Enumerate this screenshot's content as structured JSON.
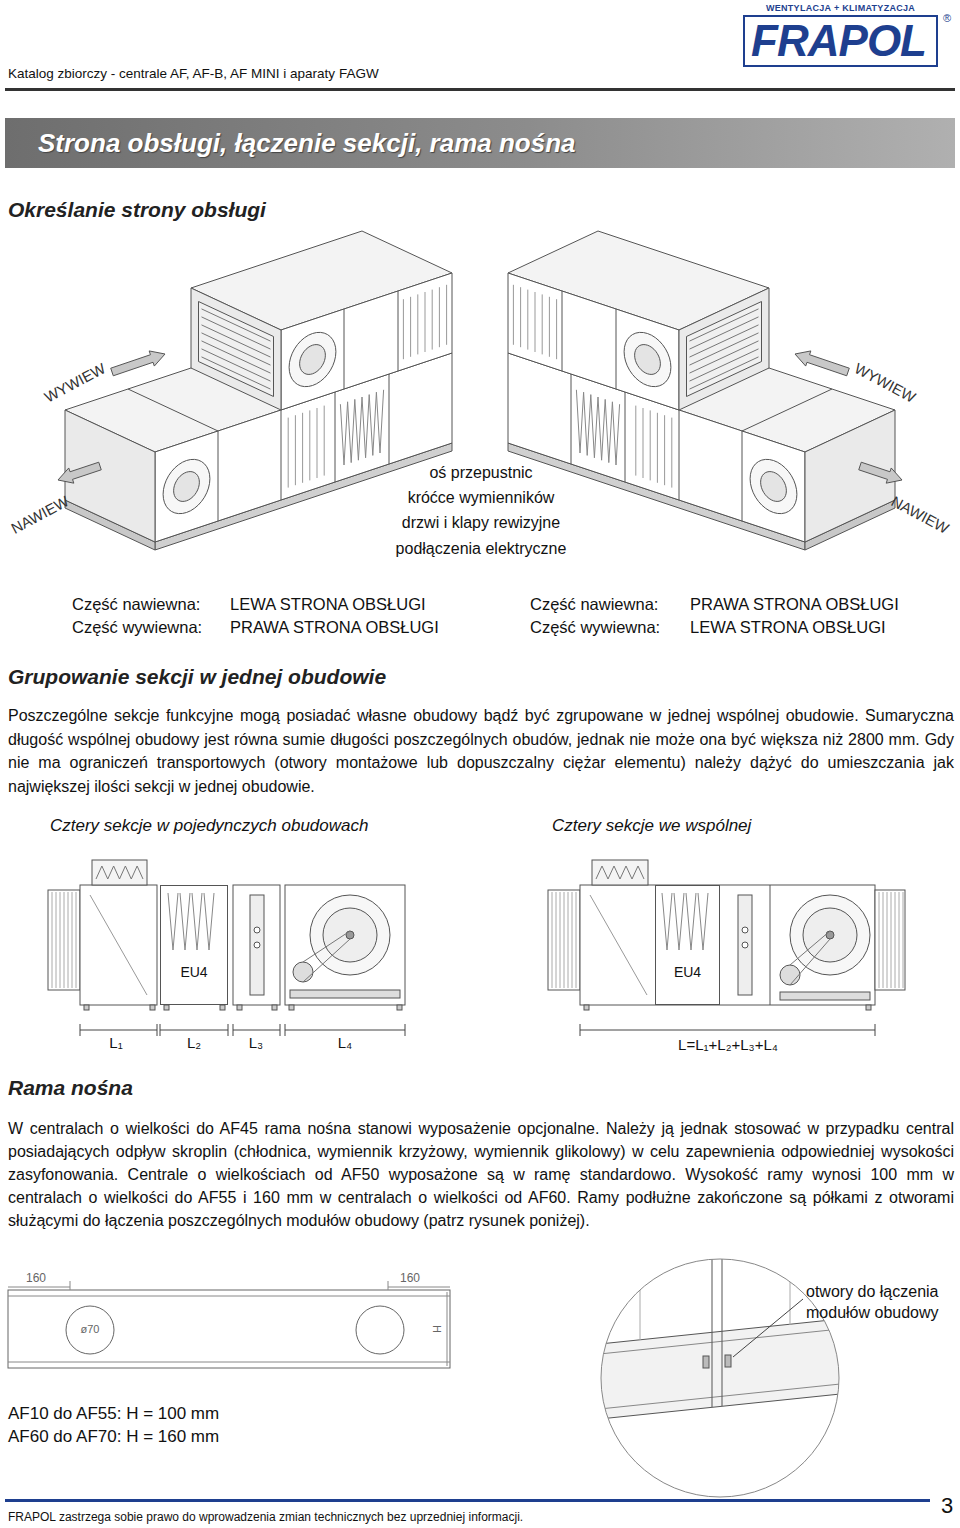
{
  "diagram": {
    "nodes": [
      {
        "text": [
          "WENTYLACJA + KLIMATYZACJA",
          "FRAPOL"
        ]
      },
      {
        "text": [
          "Strona obsługi, łączenie sekcji, rama nośna"
        ]
      },
      {
        "text": [
          "EU4"
        ]
      },
      {
        "text": [
          "EU4"
        ]
      }
    ],
    "labels": [
      "Katalog zbiorczy - centrale AF, AF-B, AF MINI i aparaty FAGW",
      "®",
      "Określanie strony obsługi",
      "WYWIEW",
      "NAWIEW",
      "WYWIEW",
      "NAWIEW",
      "oś przepustnic",
      "króćce wymienników",
      "drzwi i klapy rewizyjne",
      "podłączenia elektryczne",
      "Część nawiewna:",
      "LEWA STRONA OBSŁUGI",
      "Część nawiewna:",
      "PRAWA STRONA OBSŁUGI",
      "Część wywiewna:",
      "PRAWA STRONA OBSŁUGI",
      "Część wywiewna:",
      "LEWA STRONA OBSŁUGI",
      "Grupowanie sekcji w jednej obudowie",
      "Poszczególne sekcje funkcyjne mogą posiadać własne obudowy bądź być zgrupowane w jednej wspólnej obudowie. Sumaryczna długość wspólnej obudowy jest równa sumie długości poszczególnych obudów, jednak nie może ona być większa niż 2800 mm. Gdy nie ma ograniczeń transportowych (otwory montażowe lub dopuszczalny ciężar elementu) należy dążyć do umieszczania jak największej ilości sekcji w jednej obudowie.",
      "Cztery sekcje w pojedynczych obudowach",
      "Cztery sekcje we wspólnej",
      "L₁",
      "L₂",
      "L₃",
      "L₄",
      "L=L₁+L₂+L₃+L₄",
      "Rama nośna",
      "W centralach o wielkości do AF45 rama nośna stanowi wyposażenie opcjonalne. Należy ją jednak stosować w przypadku central posiadających odpływ skroplin (chłodnica, wymiennik krzyżowy, wymiennik glikolowy) w celu zapewnienia odpowiedniej wysokości zasyfonowania. Centrale o wielkościach od AF50 wyposażone są w ramę standardowo. Wysokość ramy wynosi 100 mm w centralach o wielkości do AF55 i 160 mm w centralach o wielkości od AF60. Ramy podłużne zakończone są półkami z otworami służącymi do łączenia poszczególnych modułów obudowy (patrz rysunek poniżej).",
      "160",
      "160",
      "ø70",
      "H",
      "otwory do łączenia modułów obudowy",
      "AF10 do AF55: H = 100 mm",
      "AF60 do AF70: H = 160 mm",
      "FRAPOL zastrzega sobie prawo do wprowadzenia zmian technicznych bez uprzedniej informacji.",
      "3"
    ]
  }
}
